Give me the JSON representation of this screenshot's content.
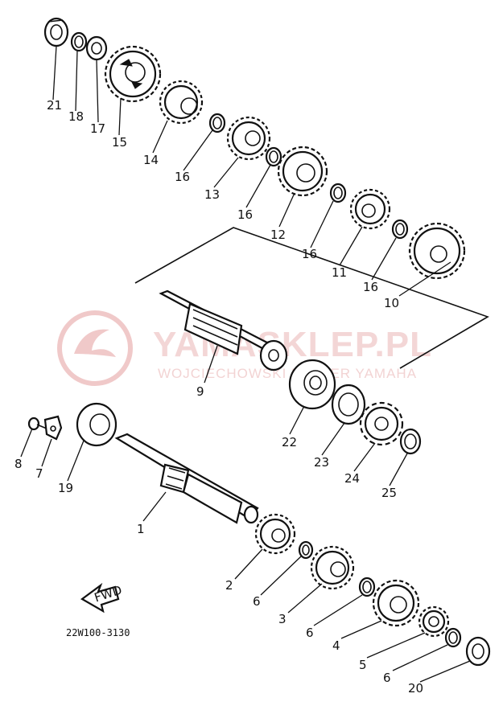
{
  "watermark": {
    "title": "YAMASKLEP.PL",
    "subtitle": "WOJCIECHOWSKI DEALER YAMAHA",
    "color": "#f0c9c9"
  },
  "diagram_code": "22W100-3130",
  "fwd_label": "FWD",
  "callouts": [
    {
      "label": "21"
    },
    {
      "label": "18"
    },
    {
      "label": "17"
    },
    {
      "label": "15"
    },
    {
      "label": "14"
    },
    {
      "label": "16"
    },
    {
      "label": "13"
    },
    {
      "label": "16"
    },
    {
      "label": "12"
    },
    {
      "label": "16"
    },
    {
      "label": "11"
    },
    {
      "label": "16"
    },
    {
      "label": "10"
    },
    {
      "label": "9"
    },
    {
      "label": "22"
    },
    {
      "label": "23"
    },
    {
      "label": "24"
    },
    {
      "label": "25"
    },
    {
      "label": "8"
    },
    {
      "label": "7"
    },
    {
      "label": "19"
    },
    {
      "label": "1"
    },
    {
      "label": "2"
    },
    {
      "label": "6"
    },
    {
      "label": "3"
    },
    {
      "label": "6"
    },
    {
      "label": "4"
    },
    {
      "label": "5"
    },
    {
      "label": "6"
    },
    {
      "label": "20"
    }
  ]
}
